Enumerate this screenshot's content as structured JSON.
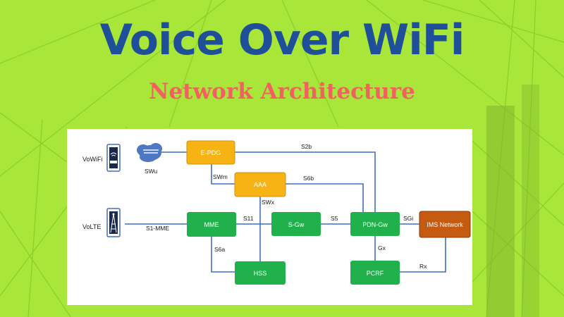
{
  "page": {
    "title": "Voice Over WiFi",
    "subtitle": "Network Architecture",
    "colors": {
      "background": "#a8e63a",
      "title": "#1f4f99",
      "subtitle": "#f26160",
      "node_green": "#21b14c",
      "node_yellow": "#f6b313",
      "node_brown": "#c55a11",
      "link": "#3e6fc1"
    }
  },
  "diagram": {
    "left_labels": {
      "vowifi": "VoWiFi",
      "volte": "VoLTE"
    },
    "icons": {
      "wifi_router": "wifi-router-icon",
      "cloud": "cloud-icon",
      "cell_tower": "cell-tower-icon"
    },
    "nodes": {
      "epdg": "E-PDG",
      "aaa": "AAA",
      "mme": "MME",
      "sgw": "S-Gw",
      "pdngw": "PDN-Gw",
      "ims": "IMS Network",
      "hss": "HSS",
      "pcrf": "PCRF"
    },
    "interfaces": {
      "swu": "SWu",
      "swm": "SWm",
      "swx": "SWx",
      "s2b": "S2b",
      "s6b": "S6b",
      "s1mme": "S1-MME",
      "s11": "S11",
      "s5": "S5",
      "sgi": "SGi",
      "s6a": "S6a",
      "gx": "Gx",
      "rx": "Rx"
    }
  }
}
